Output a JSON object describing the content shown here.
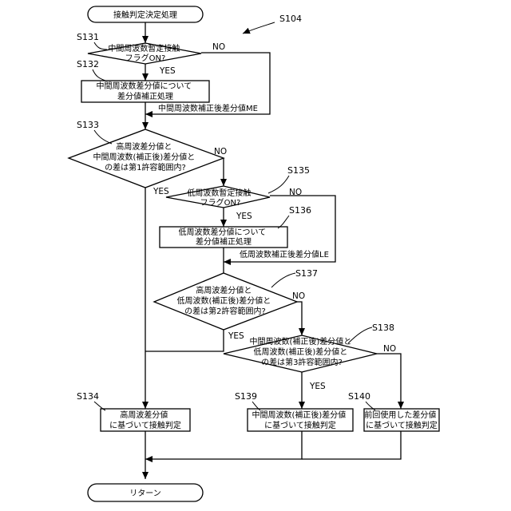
{
  "diagram": {
    "figure_label": "S104",
    "start": {
      "text": "接触判定決定処理"
    },
    "end": {
      "text": "リターン"
    },
    "decisions": [
      {
        "step": "S131",
        "lines": [
          "中間周波数暫定接触",
          "フラグON?"
        ],
        "yes": "YES",
        "no": "NO"
      },
      {
        "step": "S133",
        "lines": [
          "高周波差分値と",
          "中間周波数(補正後)差分値と",
          "の差は第1許容範囲内?"
        ],
        "yes": "YES",
        "no": "NO"
      },
      {
        "step": "S135",
        "lines": [
          "低周波数暫定接触",
          "フラグON?"
        ],
        "yes": "YES",
        "no": "NO"
      },
      {
        "step": "S137",
        "lines": [
          "高周波差分値と",
          "低周波数(補正後)差分値と",
          "の差は第2許容範囲内?"
        ],
        "yes": "YES",
        "no": "NO"
      },
      {
        "step": "S138",
        "lines": [
          "中間周波数(補正後)差分値と",
          "低周波数(補正後)差分値と",
          "の差は第3許容範囲内?"
        ],
        "yes": "YES",
        "no": "NO"
      }
    ],
    "processes": [
      {
        "step": "S132",
        "lines": [
          "中間周波数差分値について",
          "差分値補正処理"
        ],
        "output": "中間周波数補正後差分値ME"
      },
      {
        "step": "S136",
        "lines": [
          "低周波数差分値について",
          "差分値補正処理"
        ],
        "output": "低周波数補正後差分値LE"
      },
      {
        "step": "S134",
        "lines": [
          "高周波差分値",
          "に基づいて接触判定"
        ]
      },
      {
        "step": "S139",
        "lines": [
          "中間周波数(補正後)差分値",
          "に基づいて接触判定"
        ]
      },
      {
        "step": "S140",
        "lines": [
          "前回使用した差分値",
          "に基づいて接触判定"
        ]
      }
    ]
  }
}
